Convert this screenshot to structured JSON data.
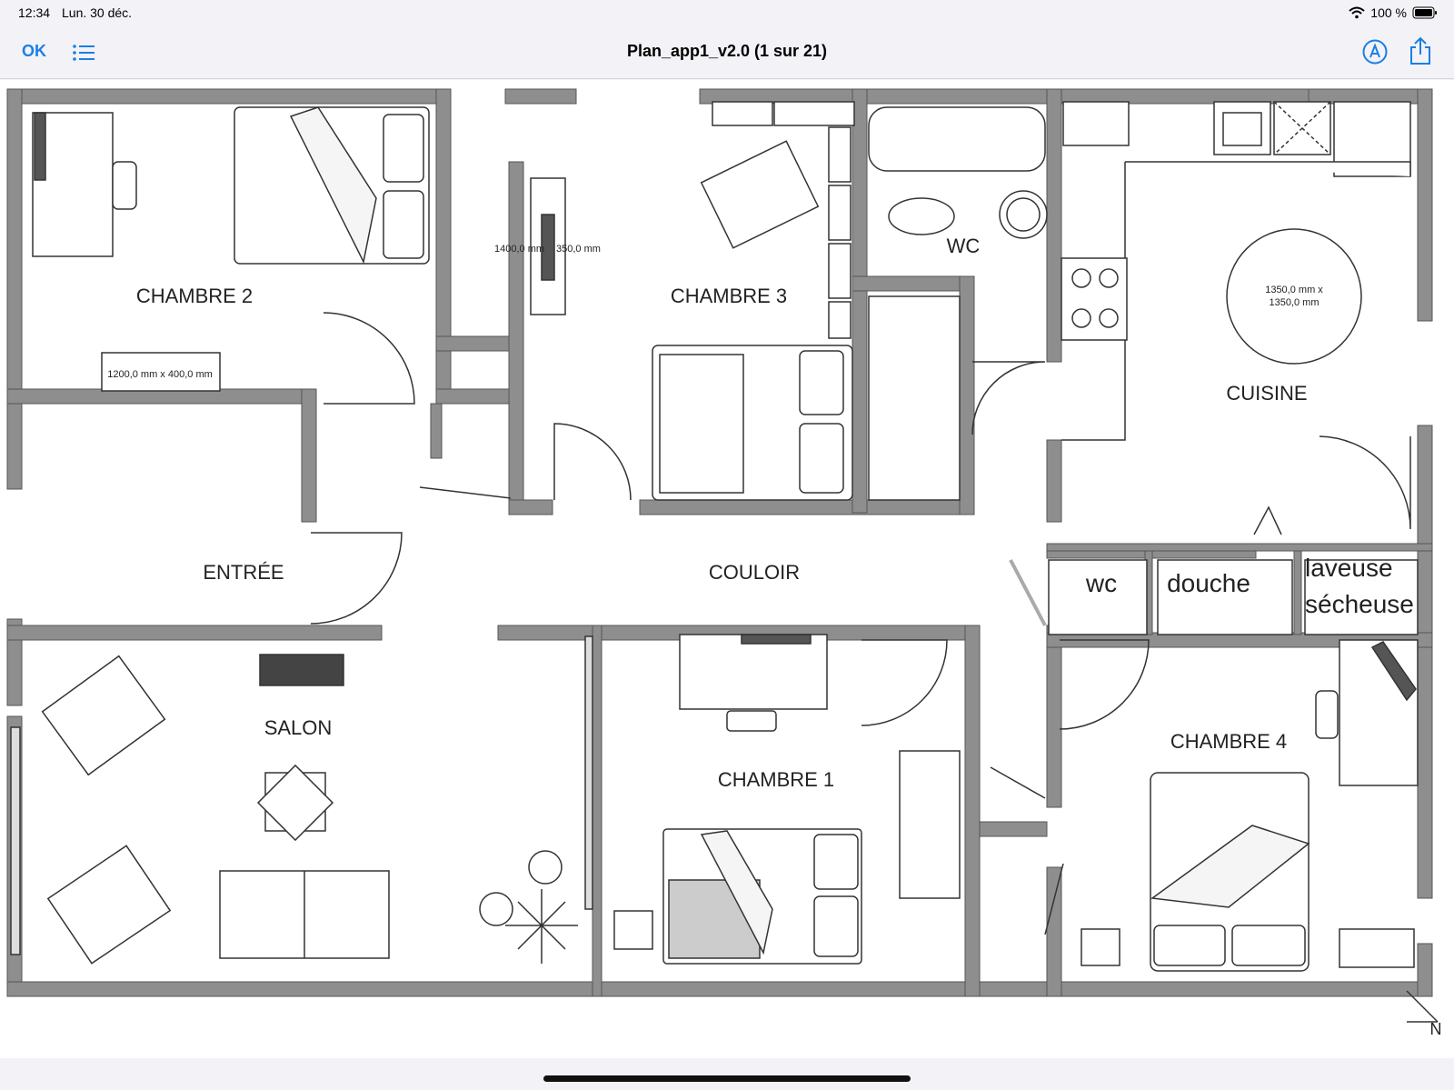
{
  "status_bar": {
    "time": "12:34",
    "date": "Lun. 30 déc.",
    "battery": "100 %"
  },
  "toolbar": {
    "done_label": "OK",
    "title": "Plan_app1_v2.0 (1 sur 21)"
  },
  "rooms": {
    "chambre2": "CHAMBRE 2",
    "chambre3": "CHAMBRE 3",
    "wc": "WC",
    "cuisine": "CUISINE",
    "entree": "ENTRÉE",
    "couloir": "COULOIR",
    "salon": "SALON",
    "chambre1": "CHAMBRE 1",
    "chambre4": "CHAMBRE 4",
    "wc2": "wc",
    "douche": "douche",
    "laveuse": "laveuse",
    "secheuse": "sécheuse"
  },
  "dimensions": {
    "desk_c2": "1200,0 mm x 400,0 mm",
    "desk_c3a": "1400,0 mm",
    "desk_c3b": "350,0 mm",
    "table_line1": "1350,0 mm x",
    "table_line2": "1350,0 mm"
  },
  "compass": "N",
  "colors": {
    "accent": "#1a7fe6",
    "wall": "#8e8e8e",
    "wall_stroke": "#555555"
  }
}
